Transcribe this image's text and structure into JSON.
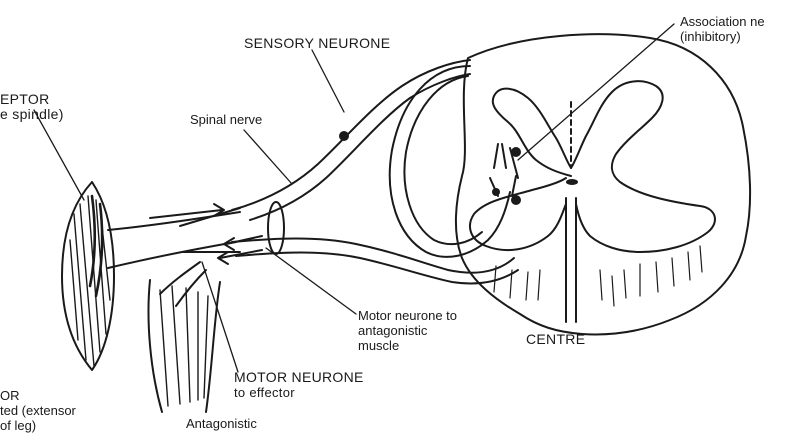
{
  "labels": {
    "association": {
      "line1": "Association ne",
      "line2": "(inhibitory)"
    },
    "sensory_neurone": "SENSORY NEURONE",
    "receptor": {
      "line1": "EPTOR",
      "line2": "e spindle)"
    },
    "spinal_nerve": "Spinal nerve",
    "motor_antagonistic": {
      "line1": "Motor neurone to",
      "line2": "antagonistic",
      "line3": "muscle"
    },
    "centre": "CENTRE",
    "motor_neurone": {
      "line1": "MOTOR NEURONE",
      "line2": "to effector"
    },
    "effector": {
      "line1": "OR",
      "line2": "ted (extensor",
      "line3": "of leg)"
    },
    "antagonistic": "Antagonistic"
  }
}
